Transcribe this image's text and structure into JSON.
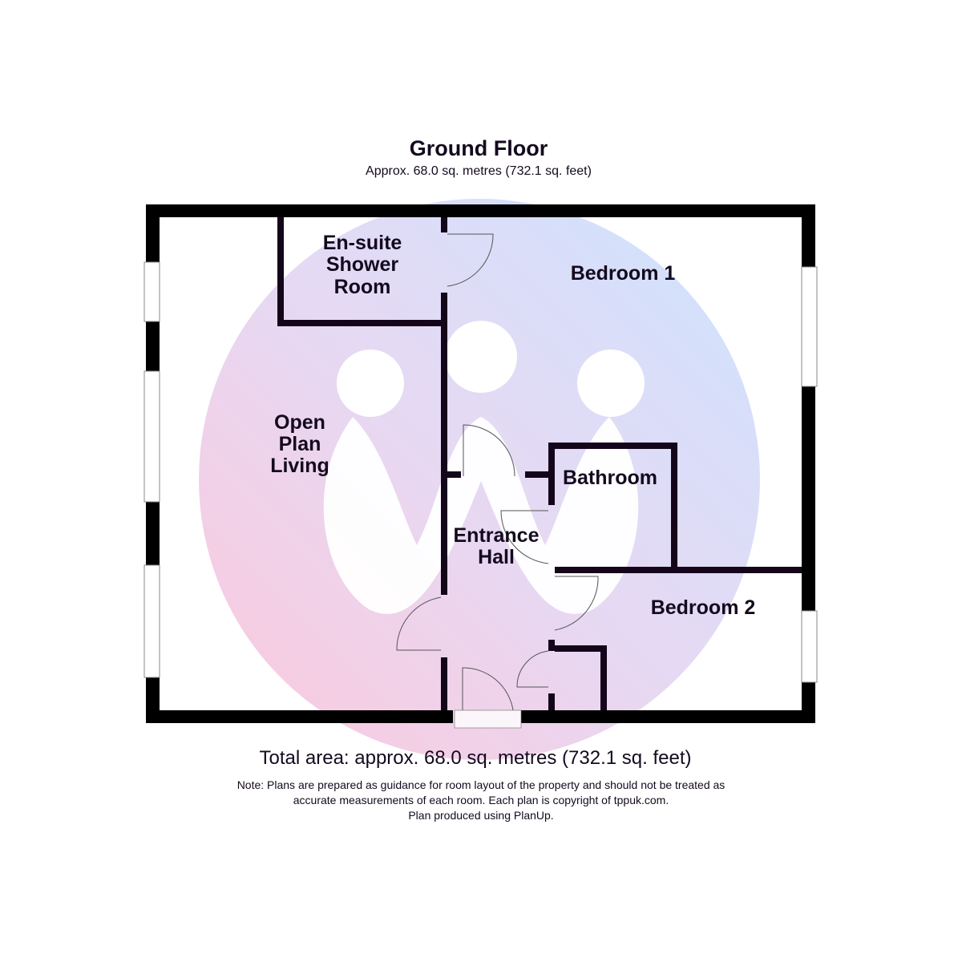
{
  "header": {
    "title": "Ground Floor",
    "subtitle": "Approx. 68.0 sq. metres (732.1 sq. feet)"
  },
  "rooms": {
    "ensuite": [
      "En-suite",
      "Shower",
      "Room"
    ],
    "bedroom1": "Bedroom 1",
    "open_plan": [
      "Open",
      "Plan",
      "Living"
    ],
    "bathroom": "Bathroom",
    "entrance": [
      "Entrance",
      "Hall"
    ],
    "bedroom2": "Bedroom 2"
  },
  "footer": {
    "total_area": "Total area: approx. 68.0 sq. metres (732.1 sq. feet)",
    "note_lines": [
      "Note: Plans are prepared as guidance for room layout of the property and should not be treated as",
      "accurate measurements of each room. Each plan is copyright of tppuk.com.",
      "Plan produced using PlanUp."
    ]
  },
  "colors": {
    "watermark_pink": "#f9c8dc",
    "watermark_blue": "#cfe0ff",
    "wall": "#000000"
  }
}
